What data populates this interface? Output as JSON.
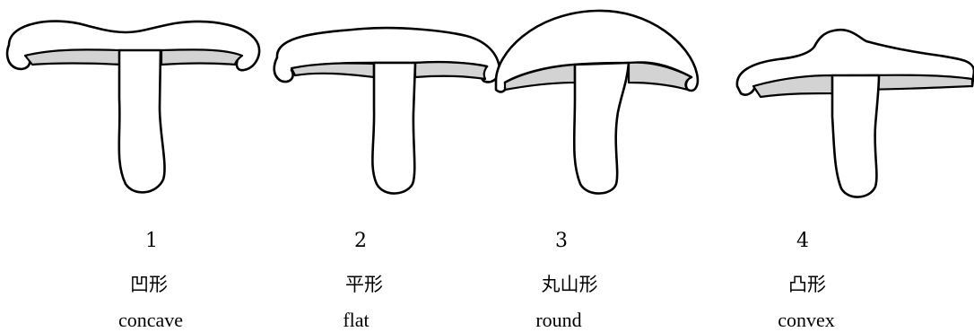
{
  "shapes": [
    {
      "number": "1",
      "name_ja": "凹形",
      "name_en": "concave"
    },
    {
      "number": "2",
      "name_ja": "平形",
      "name_en": "flat"
    },
    {
      "number": "3",
      "name_ja": "丸山形",
      "name_en": "round"
    },
    {
      "number": "4",
      "name_ja": "凸形",
      "name_en": "convex"
    }
  ]
}
